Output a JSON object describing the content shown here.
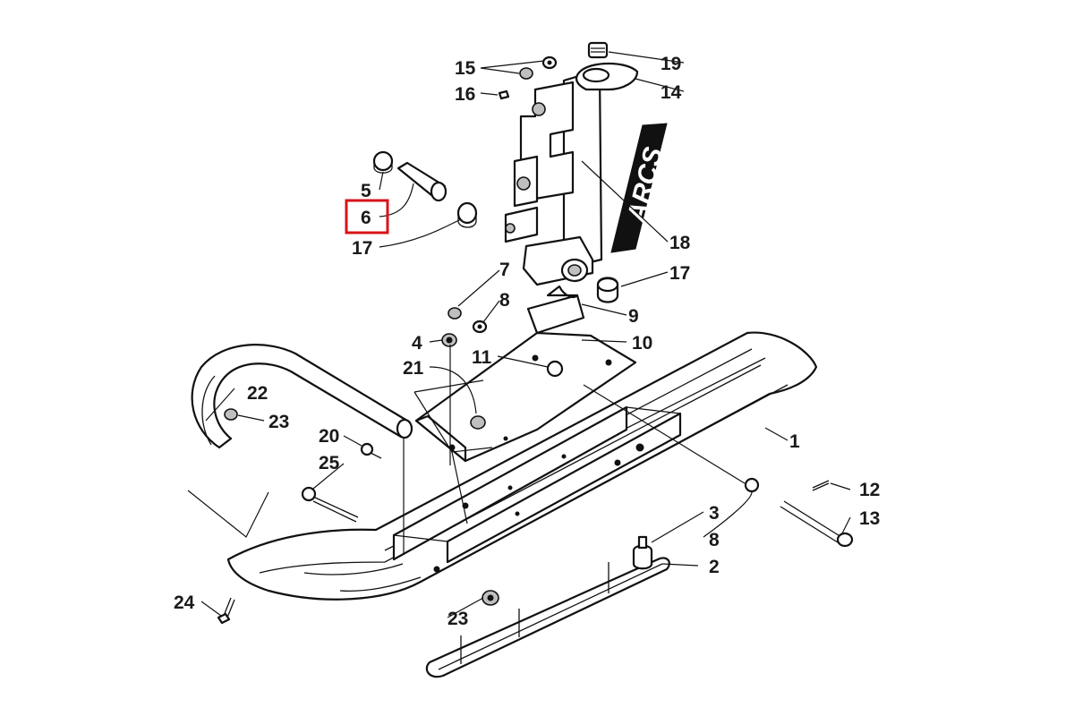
{
  "diagram": {
    "highlight_color": "#d7141a",
    "highlighted_callout": "6",
    "callouts": [
      {
        "id": "c1",
        "text": "1"
      },
      {
        "id": "c2",
        "text": "2"
      },
      {
        "id": "c3",
        "text": "3"
      },
      {
        "id": "c4",
        "text": "4"
      },
      {
        "id": "c5",
        "text": "5"
      },
      {
        "id": "c6",
        "text": "6"
      },
      {
        "id": "c7",
        "text": "7"
      },
      {
        "id": "c8a",
        "text": "8"
      },
      {
        "id": "c8b",
        "text": "8"
      },
      {
        "id": "c9",
        "text": "9"
      },
      {
        "id": "c10",
        "text": "10"
      },
      {
        "id": "c11",
        "text": "11"
      },
      {
        "id": "c12",
        "text": "12"
      },
      {
        "id": "c13",
        "text": "13"
      },
      {
        "id": "c14",
        "text": "14"
      },
      {
        "id": "c15",
        "text": "15"
      },
      {
        "id": "c16",
        "text": "16"
      },
      {
        "id": "c17a",
        "text": "17"
      },
      {
        "id": "c17b",
        "text": "17"
      },
      {
        "id": "c18",
        "text": "18"
      },
      {
        "id": "c19",
        "text": "19"
      },
      {
        "id": "c20",
        "text": "20"
      },
      {
        "id": "c21",
        "text": "21"
      },
      {
        "id": "c22",
        "text": "22"
      },
      {
        "id": "c23a",
        "text": "23"
      },
      {
        "id": "c23b",
        "text": "23"
      },
      {
        "id": "c24",
        "text": "24"
      },
      {
        "id": "c25",
        "text": "25"
      }
    ],
    "decal_text": "ARCS"
  }
}
